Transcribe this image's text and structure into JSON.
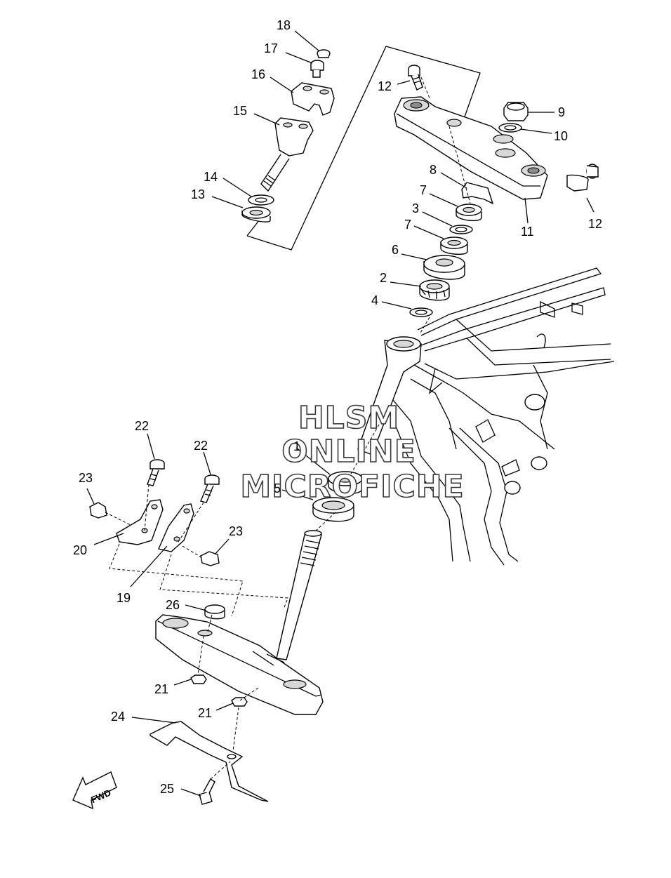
{
  "watermark": {
    "line1": "HLSM",
    "line2": "ONLINE",
    "line3": "MICROFICHE"
  },
  "fwd_label": "FWD",
  "part_labels": {
    "p1": "1",
    "p2": "2",
    "p3": "3",
    "p4": "4",
    "p5": "5",
    "p6": "6",
    "p7a": "7",
    "p7b": "7",
    "p8": "8",
    "p9": "9",
    "p10": "10",
    "p11": "11",
    "p12a": "12",
    "p12b": "12",
    "p13": "13",
    "p14": "14",
    "p15": "15",
    "p16": "16",
    "p17": "17",
    "p18": "18",
    "p19": "19",
    "p20": "20",
    "p21a": "21",
    "p21b": "21",
    "p22a": "22",
    "p22b": "22",
    "p23a": "23",
    "p23b": "23",
    "p24": "24",
    "p25": "25",
    "p26": "26"
  }
}
